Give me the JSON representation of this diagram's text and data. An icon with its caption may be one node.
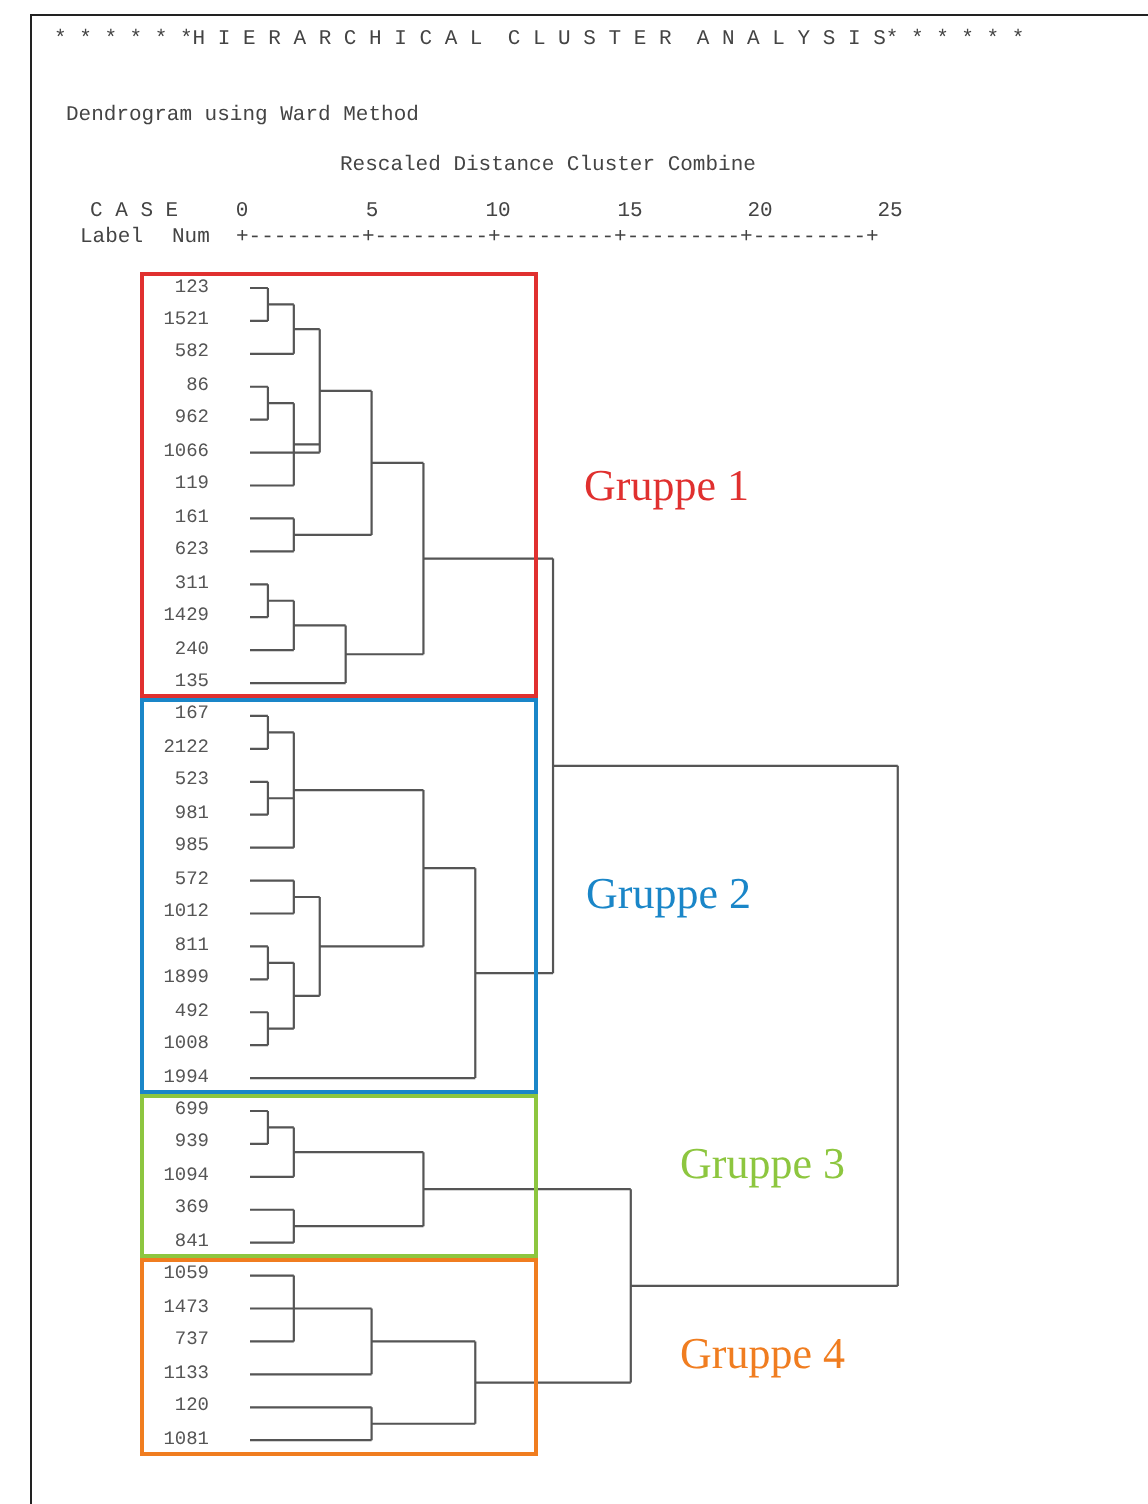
{
  "diagram": {
    "title": "* * * * * *H I E R A R C H I C A L  C L U S T E R  A N A L Y S I S* * * * * *",
    "nodes": [
      {
        "text": [
          "Gruppe 1"
        ]
      },
      {
        "text": [
          "Gruppe 2"
        ]
      },
      {
        "text": [
          "Gruppe 3"
        ]
      },
      {
        "text": [
          "Gruppe 4"
        ]
      },
      {
        "text": [
          "123"
        ],
        "in": 0
      },
      {
        "text": [
          "1521"
        ],
        "in": 0
      },
      {
        "text": [
          "582"
        ],
        "in": 0
      },
      {
        "text": [
          "86"
        ],
        "in": 0
      },
      {
        "text": [
          "962"
        ],
        "in": 0
      },
      {
        "text": [
          "1066"
        ],
        "in": 0
      },
      {
        "text": [
          "119"
        ],
        "in": 0
      },
      {
        "text": [
          "161"
        ],
        "in": 0
      },
      {
        "text": [
          "623"
        ],
        "in": 0
      },
      {
        "text": [
          "311"
        ],
        "in": 0
      },
      {
        "text": [
          "1429"
        ],
        "in": 0
      },
      {
        "text": [
          "240"
        ],
        "in": 0
      },
      {
        "text": [
          "135"
        ],
        "in": 0
      },
      {
        "text": [
          "167"
        ],
        "in": 1
      },
      {
        "text": [
          "2122"
        ],
        "in": 1
      },
      {
        "text": [
          "523"
        ],
        "in": 1
      },
      {
        "text": [
          "981"
        ],
        "in": 1
      },
      {
        "text": [
          "985"
        ],
        "in": 1
      },
      {
        "text": [
          "572"
        ],
        "in": 1
      },
      {
        "text": [
          "1012"
        ],
        "in": 1
      },
      {
        "text": [
          "811"
        ],
        "in": 1
      },
      {
        "text": [
          "1899"
        ],
        "in": 1
      },
      {
        "text": [
          "492"
        ],
        "in": 1
      },
      {
        "text": [
          "1008"
        ],
        "in": 1
      },
      {
        "text": [
          "1994"
        ],
        "in": 1
      },
      {
        "text": [
          "699"
        ],
        "in": 2
      },
      {
        "text": [
          "939"
        ],
        "in": 2
      },
      {
        "text": [
          "1094"
        ],
        "in": 2
      },
      {
        "text": [
          "369"
        ],
        "in": 2
      },
      {
        "text": [
          "841"
        ],
        "in": 2
      },
      {
        "text": [
          "1059"
        ],
        "in": 3
      },
      {
        "text": [
          "1473"
        ],
        "in": 3
      },
      {
        "text": [
          "737"
        ],
        "in": 3
      },
      {
        "text": [
          "1133"
        ],
        "in": 3
      },
      {
        "text": [
          "120"
        ],
        "in": 3
      },
      {
        "text": [
          "1081"
        ],
        "in": 3
      }
    ],
    "labels": [
      "Dendrogram using Ward Method",
      "Rescaled Distance Cluster Combine",
      "C A S E",
      "0",
      "5",
      "10",
      "15",
      "20",
      "25",
      "Label",
      "Num",
      "+---------+---------+---------+---------+---------+"
    ]
  }
}
